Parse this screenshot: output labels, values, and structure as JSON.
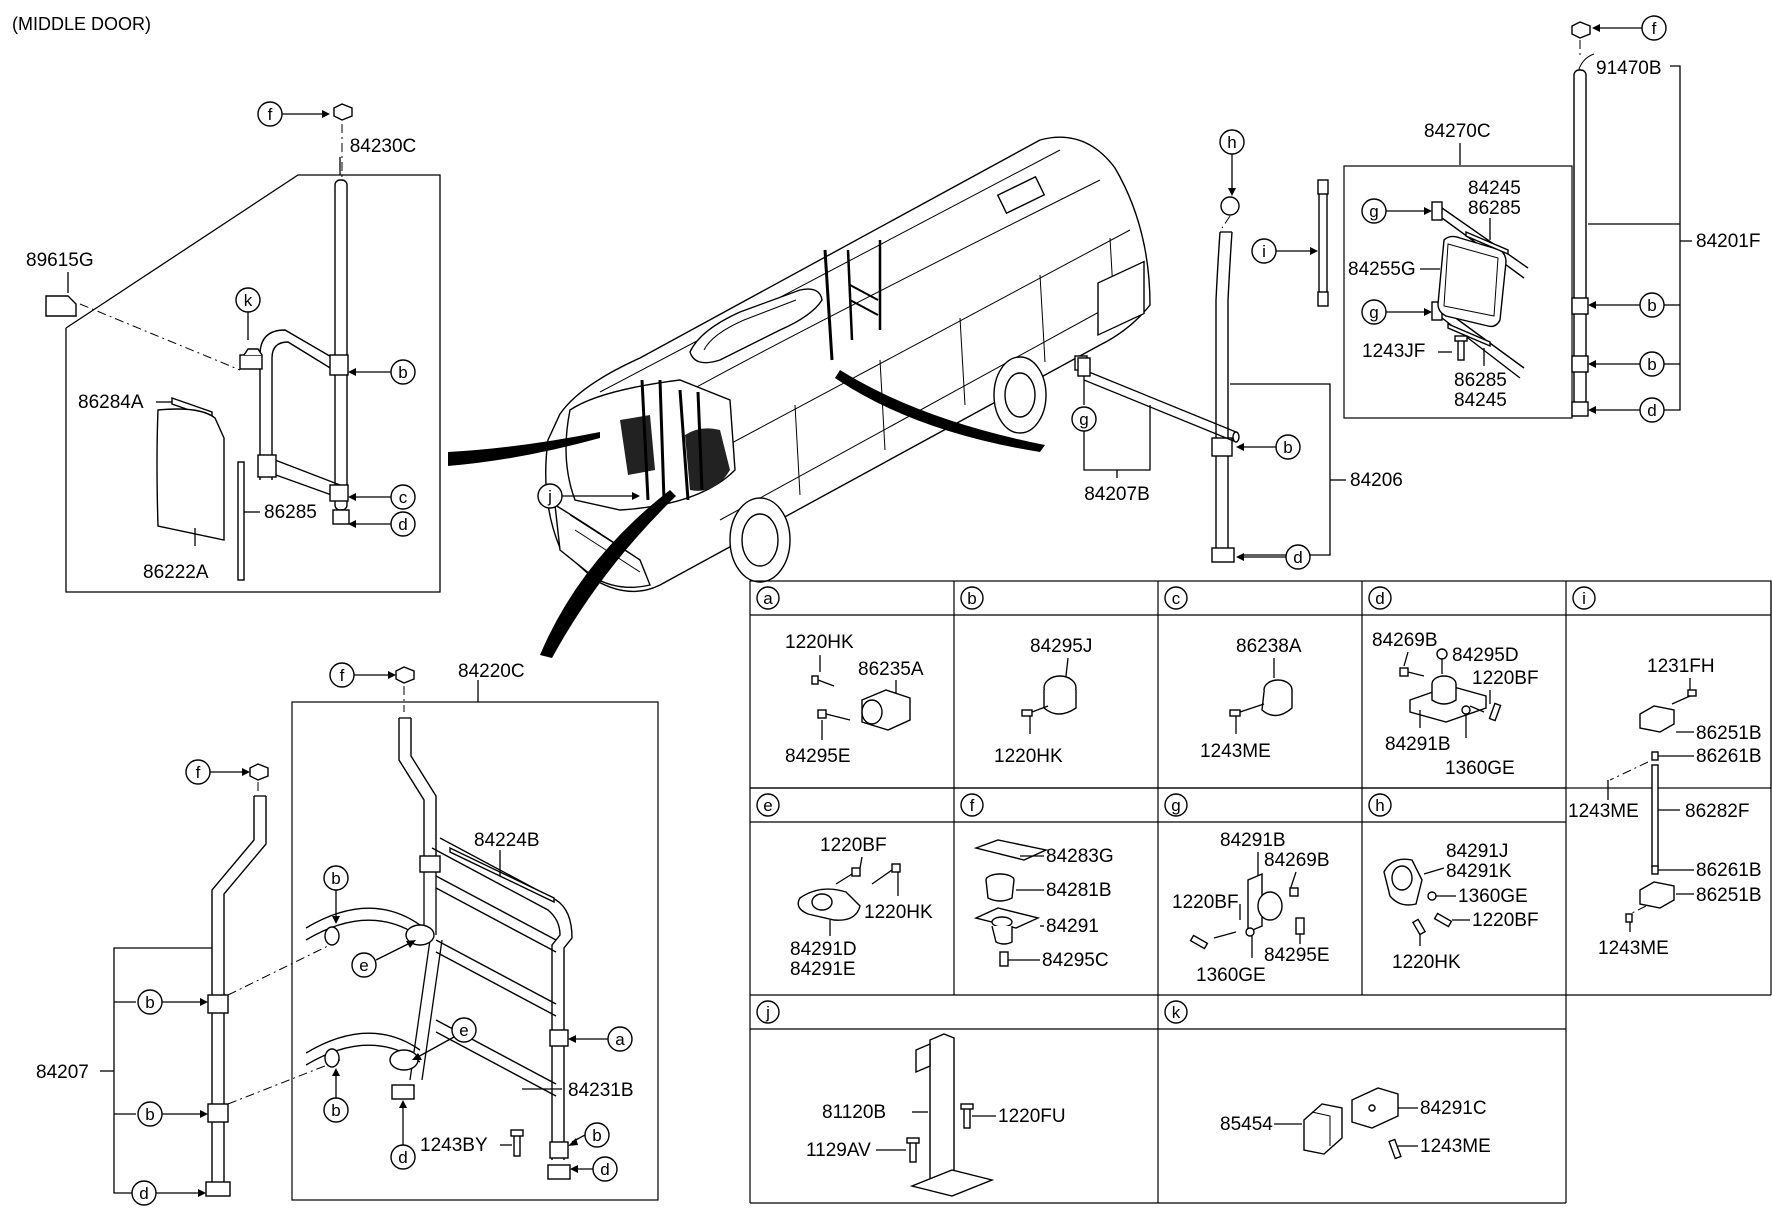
{
  "title": "(MIDDLE DOOR)",
  "panels": {
    "upper_left": {
      "rail_group": "84230C",
      "grab_cover": "89615G",
      "glass_strip": "86284A",
      "seal": "86285",
      "glass": "86222A",
      "callouts": [
        "f",
        "k",
        "b",
        "c",
        "d"
      ]
    },
    "lower_left": {
      "rail_group": "84220C",
      "rail_set": "84207",
      "strip": "84224B",
      "lower_rail": "84231B",
      "bolt": "1243BY",
      "callouts": [
        "f",
        "f",
        "b",
        "b",
        "b",
        "b",
        "d",
        "e",
        "e",
        "a",
        "b",
        "d",
        "d"
      ]
    },
    "center": {
      "callout": "j"
    },
    "middle_right": {
      "rail": "84206",
      "rod": "84207B",
      "callouts": [
        "h",
        "g",
        "b",
        "d"
      ]
    },
    "glass_group": {
      "group": "84270C",
      "part1": "84245",
      "part2": "86285",
      "part3": "84255G",
      "bolt": "1243JF",
      "part4": "86285",
      "part5": "84245",
      "callouts": [
        "i",
        "g",
        "g"
      ]
    },
    "far_right": {
      "part_top": "91470B",
      "rail": "84201F",
      "callouts": [
        "f",
        "b",
        "b",
        "d"
      ]
    }
  },
  "detail_table": {
    "cells": [
      {
        "key": "a",
        "parts": [
          "1220HK",
          "86235A",
          "84295E"
        ]
      },
      {
        "key": "b",
        "parts": [
          "84295J",
          "1220HK"
        ]
      },
      {
        "key": "c",
        "parts": [
          "86238A",
          "1243ME"
        ]
      },
      {
        "key": "d",
        "parts": [
          "84269B",
          "84295D",
          "1220BF",
          "84291B",
          "1360GE"
        ]
      },
      {
        "key": "i",
        "parts": [
          "1231FH",
          "86251B",
          "86261B",
          "1243ME",
          "86282F",
          "86261B",
          "86251B",
          "1243ME"
        ]
      },
      {
        "key": "e",
        "parts": [
          "1220BF",
          "1220HK",
          "84291D",
          "84291E"
        ]
      },
      {
        "key": "f",
        "parts": [
          "84283G",
          "84281B",
          "84291",
          "84295C"
        ]
      },
      {
        "key": "g",
        "parts": [
          "84291B",
          "84269B",
          "1220BF",
          "1360GE",
          "84295E"
        ]
      },
      {
        "key": "h",
        "parts": [
          "84291J",
          "84291K",
          "1360GE",
          "1220BF",
          "1220HK"
        ]
      },
      {
        "key": "j",
        "parts": [
          "81120B",
          "1220FU",
          "1129AV"
        ]
      },
      {
        "key": "k",
        "parts": [
          "85454",
          "84291C",
          "1243ME"
        ]
      }
    ]
  }
}
